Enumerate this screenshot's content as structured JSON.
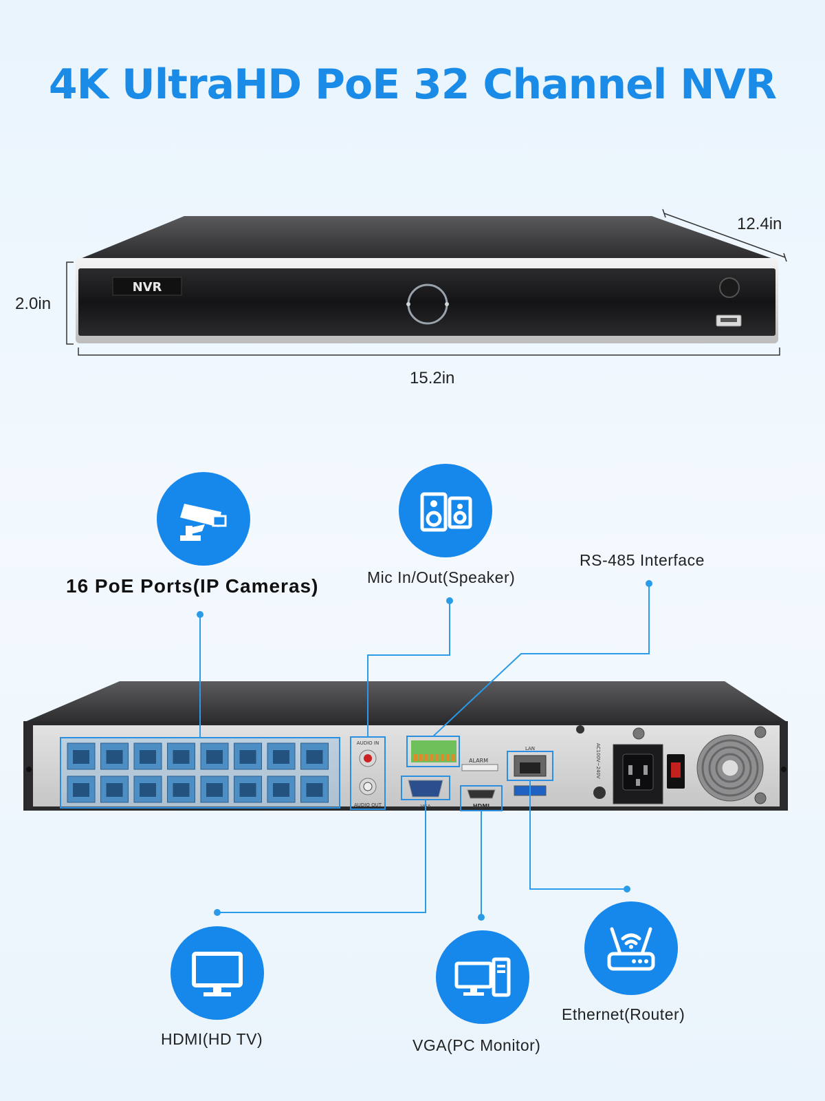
{
  "title": "4K UltraHD PoE 32 Channel NVR",
  "front": {
    "brand_label": "NVR",
    "depth": "12.4in",
    "height": "2.0in",
    "width": "15.2in"
  },
  "rear": {
    "audio_in": "AUDIO IN",
    "audio_out": "AUDIO OUT",
    "alarm": "ALARM",
    "vga": "VGA",
    "hdmi": "HDMI",
    "lan": "LAN",
    "power_rating": "AC100V~240V"
  },
  "callouts": {
    "poe_ports": "16 PoE Ports(IP Cameras)",
    "mic": "Mic In/Out(Speaker)",
    "rs485": "RS-485 Interface",
    "hdmi_tv": "HDMI(HD TV)",
    "vga_monitor": "VGA(PC Monitor)",
    "ethernet": "Ethernet(Router)"
  },
  "colors": {
    "accent": "#1687eb",
    "title": "#1a8be6",
    "line": "#2a9be8"
  },
  "icons": [
    "security-camera-icon",
    "speakers-icon",
    "monitor-icon",
    "desktop-pc-icon",
    "wifi-router-icon"
  ]
}
